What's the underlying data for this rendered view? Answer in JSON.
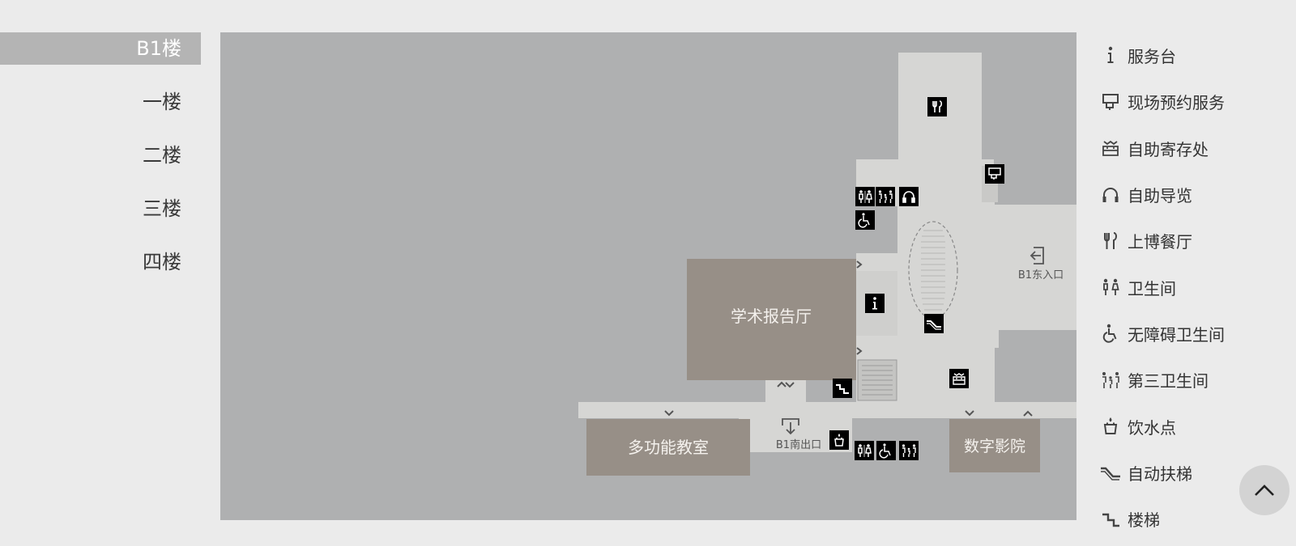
{
  "floors": [
    {
      "label": "B1楼",
      "active": true
    },
    {
      "label": "一楼",
      "active": false
    },
    {
      "label": "二楼",
      "active": false
    },
    {
      "label": "三楼",
      "active": false
    },
    {
      "label": "四楼",
      "active": false
    }
  ],
  "map": {
    "rooms": {
      "lecture_hall": "学术报告厅",
      "multi_classroom": "多功能教室",
      "digital_cinema": "数字影院"
    },
    "exits": {
      "east_entrance": "B1东入口",
      "south_exit": "B1南出口"
    }
  },
  "legend": [
    {
      "icon": "info-desk-icon",
      "label": "服务台"
    },
    {
      "icon": "reservation-service-icon",
      "label": "现场预约服务"
    },
    {
      "icon": "locker-icon",
      "label": "自助寄存处"
    },
    {
      "icon": "audio-guide-icon",
      "label": "自助导览"
    },
    {
      "icon": "restaurant-icon",
      "label": "上博餐厅"
    },
    {
      "icon": "restroom-icon",
      "label": "卫生间"
    },
    {
      "icon": "accessible-restroom-icon",
      "label": "无障碍卫生间"
    },
    {
      "icon": "family-restroom-icon",
      "label": "第三卫生间"
    },
    {
      "icon": "water-fountain-icon",
      "label": "饮水点"
    },
    {
      "icon": "escalator-icon",
      "label": "自动扶梯"
    },
    {
      "icon": "stairs-icon",
      "label": "楼梯"
    }
  ],
  "colors": {
    "background": "#ebebeb",
    "map_bg": "#afb0b1",
    "corridor": "#d6d6d4",
    "room": "#978f87",
    "floor_active": "#b4b4b4"
  }
}
